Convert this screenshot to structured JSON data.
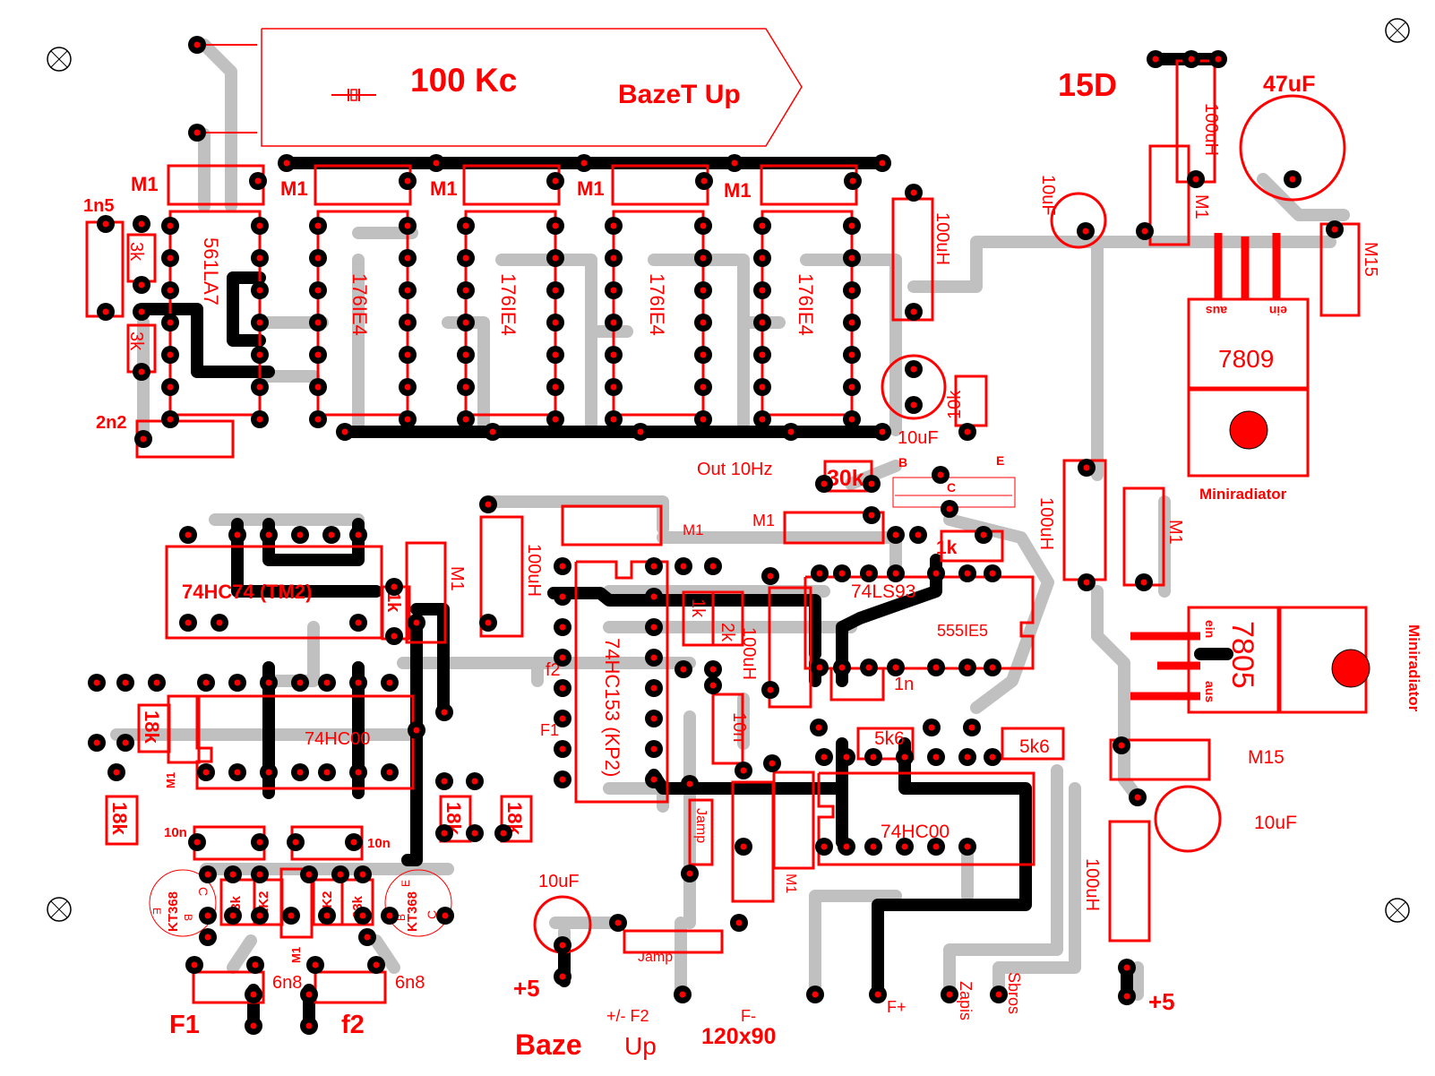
{
  "board": {
    "size_label": "120x90",
    "title_left": "Baze",
    "title_right": "Up",
    "supply_label": "15D"
  },
  "crystal": {
    "frequency": "100 Kc",
    "connector_label": "BazeT Up"
  },
  "chips": [
    {
      "id": "u1",
      "name": "561LA7"
    },
    {
      "id": "u2",
      "name": "176IE4"
    },
    {
      "id": "u3",
      "name": "176IE4"
    },
    {
      "id": "u4",
      "name": "176IE4"
    },
    {
      "id": "u5",
      "name": "176IE4"
    },
    {
      "id": "u6",
      "name": "74HC74   (TM2)"
    },
    {
      "id": "u7",
      "name": "74HC00"
    },
    {
      "id": "u8",
      "name": "74HC153 (KP2)"
    },
    {
      "id": "u9",
      "name": "74LS93"
    },
    {
      "id": "u10",
      "name": "555IE5"
    },
    {
      "id": "u11",
      "name": "74HC00"
    }
  ],
  "regulators": [
    {
      "id": "reg1",
      "name": "7809",
      "pin_in": "ein",
      "pin_out": "aus",
      "heatsink": "Miniradiator"
    },
    {
      "id": "reg2",
      "name": "7805",
      "pin_in": "ein",
      "pin_out": "aus",
      "heatsink": "Miniradiator"
    }
  ],
  "capacitors": {
    "c_m1": "M1",
    "c_m15": "M15",
    "c_1n5": "1n5",
    "c_2n2": "2n2",
    "c_10n": "10n",
    "c_1n": "1n",
    "c_6n8": "6n8",
    "c_10uf": "10uF",
    "c_47uf": "47uF"
  },
  "resistors": {
    "r_3k": "3k",
    "r_18k": "18k",
    "r_1k": "1k",
    "r_2k": "2k",
    "r_30k": "30k",
    "r_10k": "10k",
    "r_5k6": "5k6",
    "r_33k": "33k",
    "r_1k2": "1K2"
  },
  "inductor": "100uH",
  "transistors": [
    {
      "id": "q1",
      "name": "KT368",
      "pins": [
        "C",
        "B",
        "E"
      ]
    },
    {
      "id": "q2",
      "name": "KT368",
      "pins": [
        "C",
        "B",
        "E"
      ]
    }
  ],
  "transistor_footprint": {
    "b": "B",
    "c": "C",
    "e": "E"
  },
  "jumpers": [
    "Jamp",
    "Jamp"
  ],
  "signals": {
    "out": "Out 10Hz",
    "f1": "F1",
    "f2_small": "f2",
    "f1_mux": "F1",
    "f2_mux": "f2",
    "pm_f2": "+/-  F2",
    "f_minus": "F-",
    "f_plus": "F+",
    "zapis": "Zapis",
    "sbros": "Sbros",
    "plus5_left": "+5",
    "plus5_right": "+5"
  }
}
